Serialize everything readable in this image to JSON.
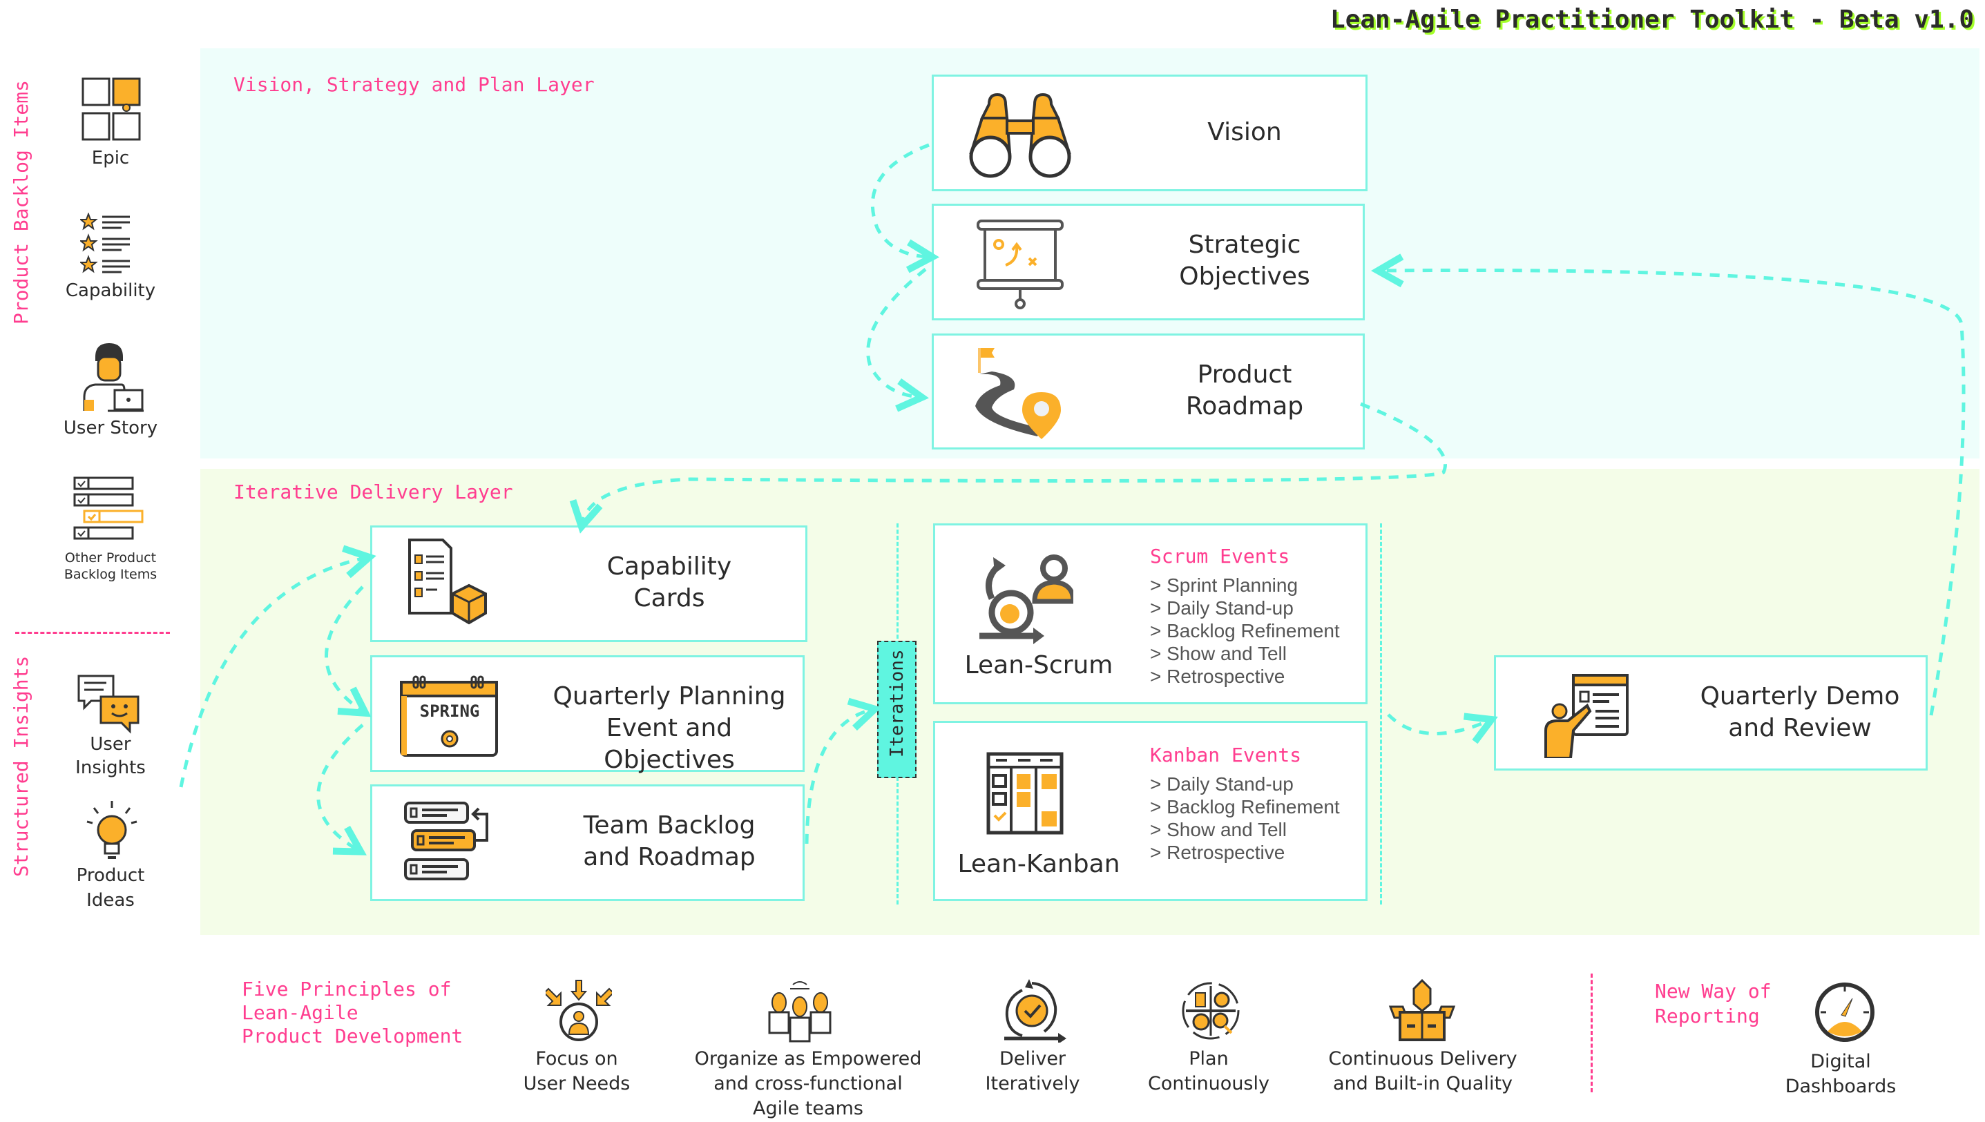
{
  "title": "Lean-Agile Practitioner Toolkit - Beta v1.0",
  "colors": {
    "accent_pink": "#ff3d8f",
    "accent_cyan": "#5ff5e0",
    "icon_orange": "#fbb02a",
    "vision_bg": "#eefefb",
    "delivery_bg": "#f4fde8"
  },
  "sidebar": {
    "backlog_heading": "Product Backlog Items",
    "backlog_items": [
      {
        "label": "Epic",
        "icon": "puzzle-icon"
      },
      {
        "label": "Capability",
        "icon": "star-list-icon"
      },
      {
        "label": "User Story",
        "icon": "user-laptop-icon"
      },
      {
        "label": "Other Product Backlog Items",
        "line1": "Other Product",
        "line2": "Backlog Items",
        "icon": "checklist-icon"
      }
    ],
    "insights_heading": "Structured Insights",
    "insight_items": [
      {
        "line1": "User",
        "line2": "Insights",
        "icon": "chat-bubbles-icon"
      },
      {
        "line1": "Product",
        "line2": "Ideas",
        "icon": "lightbulb-icon"
      }
    ]
  },
  "vision_layer": {
    "label": "Vision, Strategy and Plan Layer",
    "cards": [
      {
        "line1": "Vision",
        "line2": "",
        "icon": "binoculars-icon"
      },
      {
        "line1": "Strategic",
        "line2": "Objectives",
        "icon": "presentation-board-icon"
      },
      {
        "line1": "Product",
        "line2": "Roadmap",
        "icon": "road-map-pin-icon"
      }
    ]
  },
  "delivery_layer": {
    "label": "Iterative Delivery Layer",
    "cards": [
      {
        "line1": "Capability",
        "line2": "Cards",
        "icon": "document-box-icon"
      },
      {
        "line1": "Quarterly Planning",
        "line2": "Event and Objectives",
        "icon": "calendar-spring-icon",
        "calendar_text": "SPRING"
      },
      {
        "line1": "Team Backlog",
        "line2": "and Roadmap",
        "icon": "backlog-stack-icon"
      }
    ],
    "iterations_label": "Iterations",
    "scrum": {
      "name": "Lean-Scrum",
      "events_title": "Scrum Events",
      "events": [
        "> Sprint Planning",
        "> Daily Stand-up",
        "> Backlog Refinement",
        "> Show and Tell",
        "> Retrospective"
      ]
    },
    "kanban": {
      "name": "Lean-Kanban",
      "events_title": "Kanban Events",
      "events": [
        "> Daily Stand-up",
        "> Backlog Refinement",
        "> Show and Tell",
        "> Retrospective"
      ]
    },
    "demo": {
      "line1": "Quarterly Demo",
      "line2": "and Review",
      "icon": "presenter-icon"
    }
  },
  "principles": {
    "heading_lines": [
      "Five Principles of",
      "Lean-Agile",
      "Product Development"
    ],
    "items": [
      {
        "lines": [
          "Focus on",
          "User Needs"
        ],
        "icon": "user-focus-icon"
      },
      {
        "lines": [
          "Organize as Empowered",
          "and cross-functional",
          "Agile teams"
        ],
        "icon": "team-icon"
      },
      {
        "lines": [
          "Deliver",
          "Iteratively"
        ],
        "icon": "iterate-check-icon"
      },
      {
        "lines": [
          "Plan",
          "Continuously"
        ],
        "icon": "plan-cycle-icon"
      },
      {
        "lines": [
          "Continuous Delivery",
          "and Built-in Quality"
        ],
        "icon": "delivery-box-icon"
      }
    ]
  },
  "reporting": {
    "heading_lines": [
      "New Way of",
      "Reporting"
    ],
    "item": {
      "lines": [
        "Digital",
        "Dashboards"
      ],
      "icon": "gauge-icon"
    }
  }
}
